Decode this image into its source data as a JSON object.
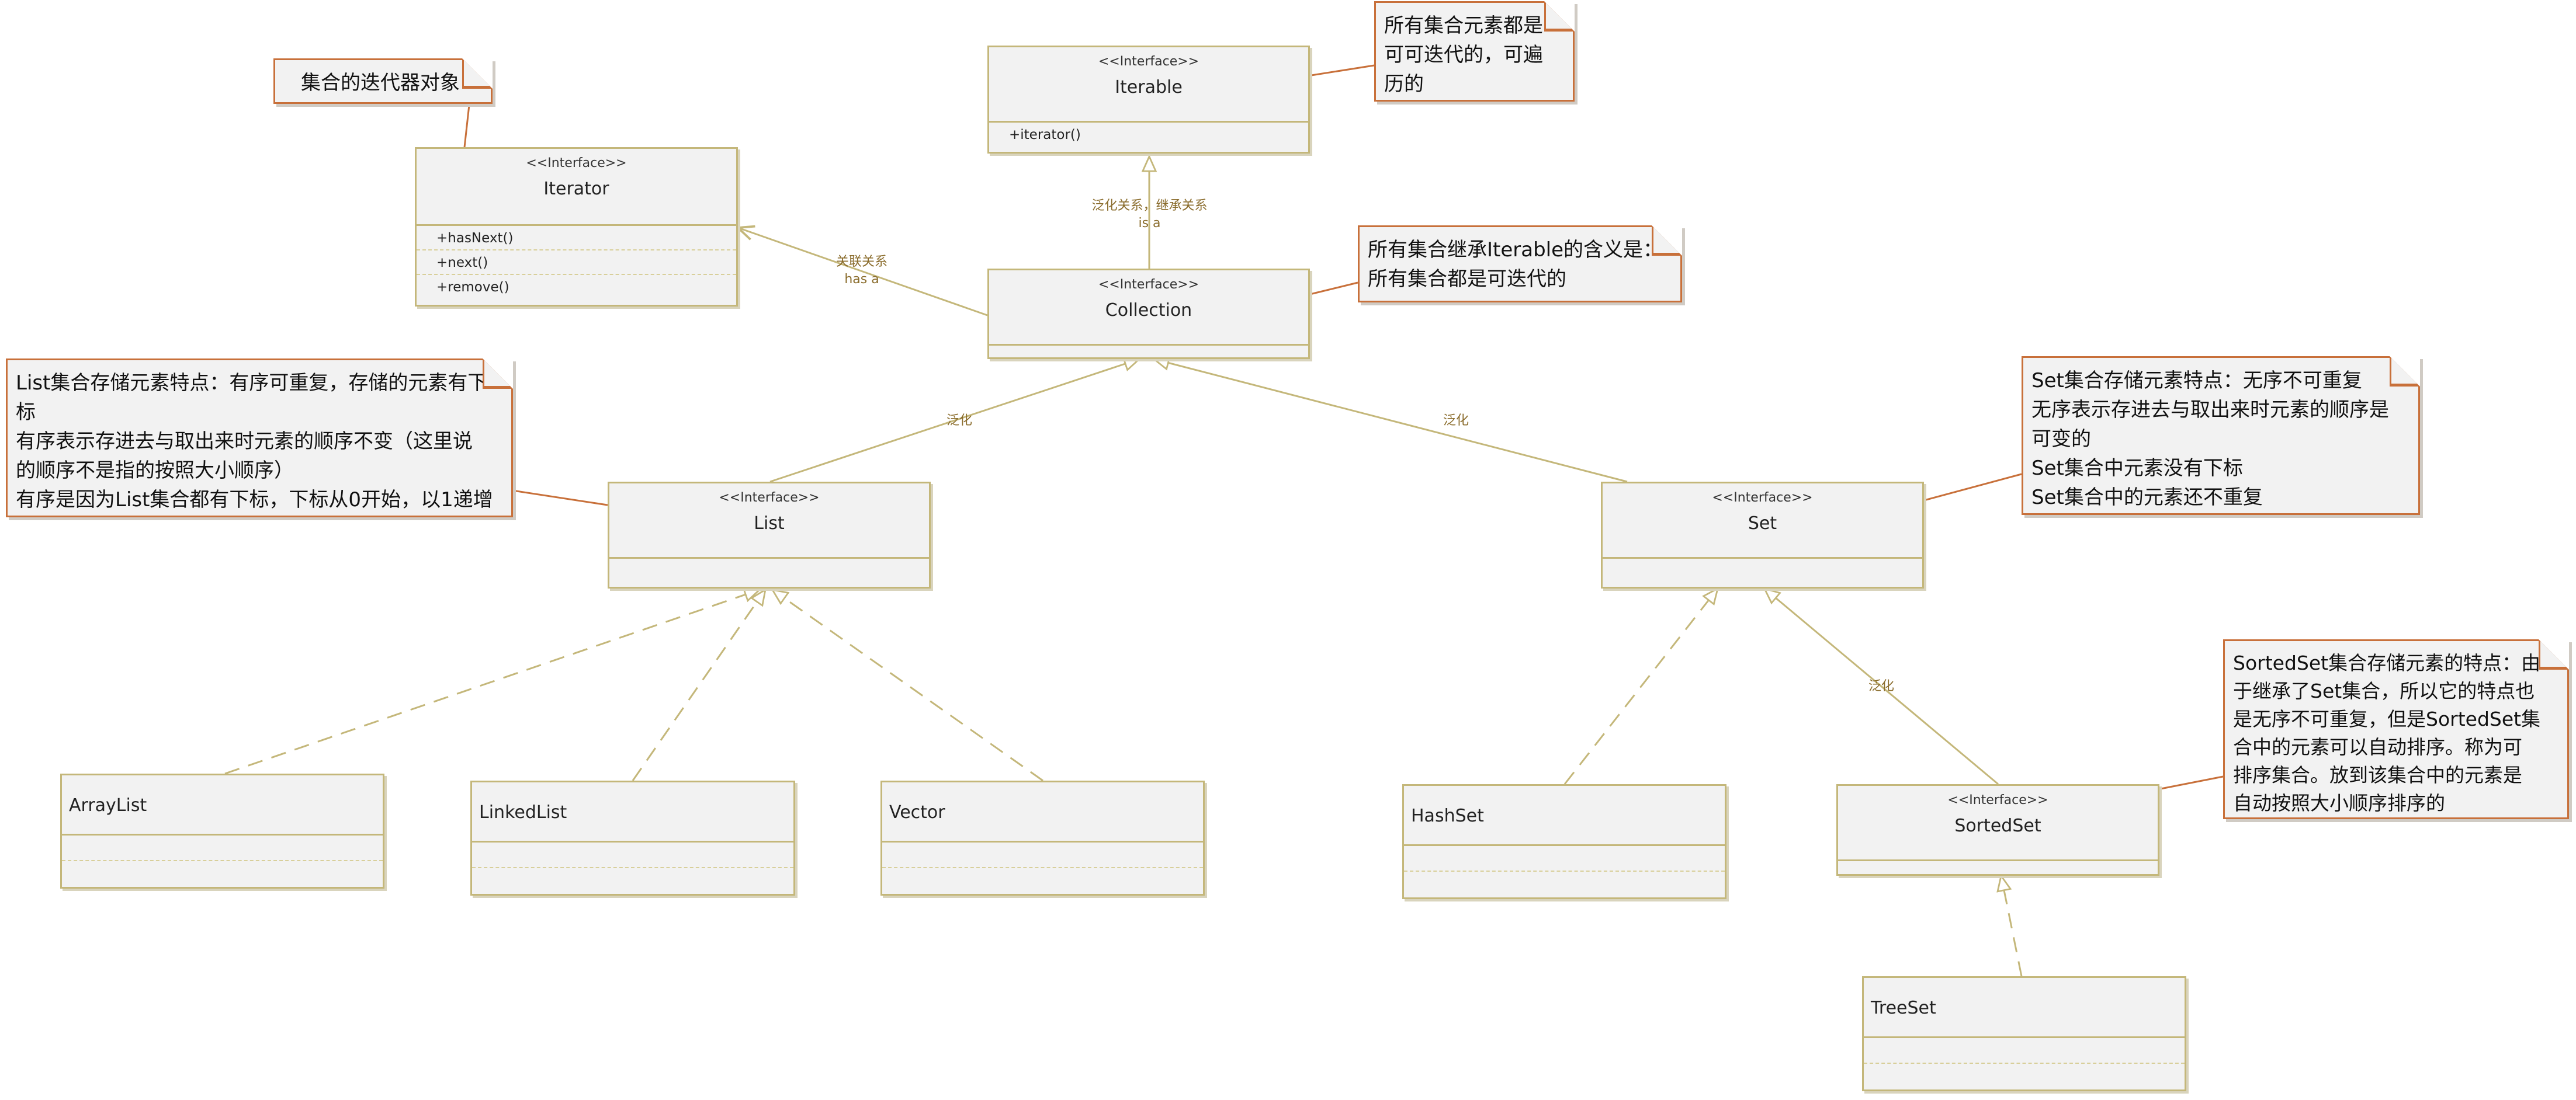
{
  "interfaces": {
    "iterable": {
      "stereotype": "<<Interface>>",
      "name": "Iterable",
      "operations": [
        "+iterator()"
      ]
    },
    "iterator": {
      "stereotype": "<<Interface>>",
      "name": "Iterator",
      "operations": [
        "+hasNext()",
        "+next()",
        "+remove()"
      ]
    },
    "collection": {
      "stereotype": "<<Interface>>",
      "name": "Collection"
    },
    "list": {
      "stereotype": "<<Interface>>",
      "name": "List"
    },
    "set": {
      "stereotype": "<<Interface>>",
      "name": "Set"
    },
    "sortedset": {
      "stereotype": "<<Interface>>",
      "name": "SortedSet"
    }
  },
  "classes": {
    "arraylist": {
      "name": "ArrayList"
    },
    "linkedlist": {
      "name": "LinkedList"
    },
    "vector": {
      "name": "Vector"
    },
    "hashset": {
      "name": "HashSet"
    },
    "treeset": {
      "name": "TreeSet"
    }
  },
  "notes": {
    "iterator_note": [
      "集合的迭代器对象"
    ],
    "iterable_note": [
      "所有集合元素都是",
      "可可迭代的，可遍",
      "历的"
    ],
    "collection_note": [
      "所有集合继承Iterable的含义是：",
      "所有集合都是可迭代的"
    ],
    "list_note": [
      "List集合存储元素特点：有序可重复，存储的元素有下",
      "标",
      "有序表示存进去与取出来时元素的顺序不变（这里说",
      "的顺序不是指的按照大小顺序）",
      "有序是因为List集合都有下标，下标从0开始，以1递增"
    ],
    "set_note": [
      "Set集合存储元素特点：无序不可重复",
      "无序表示存进去与取出来时元素的顺序是",
      "可变的",
      "Set集合中元素没有下标",
      "Set集合中的元素还不重复"
    ],
    "sortedset_note": [
      "SortedSet集合存储元素的特点：由",
      "于继承了Set集合，所以它的特点也",
      "是无序不可重复，但是SortedSet集",
      "合中的元素可以自动排序。称为可",
      "排序集合。放到该集合中的元素是",
      "自动按照大小顺序排序的"
    ]
  },
  "edge_labels": {
    "collection_iterable": [
      "泛化关系，继承关系",
      "is  a"
    ],
    "collection_iterator": [
      "关联关系",
      "has a"
    ],
    "list_collection": [
      "泛化"
    ],
    "set_collection": [
      "泛化"
    ],
    "sortedset_set": [
      "泛化"
    ]
  },
  "colors": {
    "class_border": "#c4b77a",
    "class_fill": "#f2f2f2",
    "note_border": "#c8703a",
    "edge_label": "#8a6c2c"
  }
}
